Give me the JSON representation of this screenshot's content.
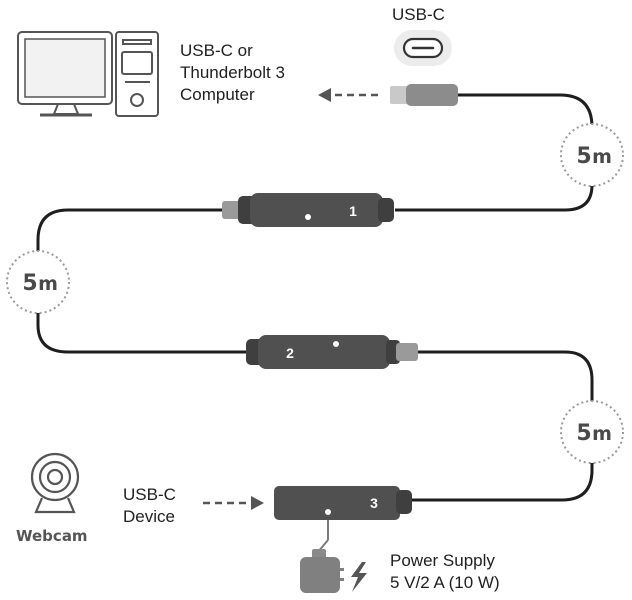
{
  "labels": {
    "connector_title": "USB-C",
    "computer": [
      "USB-C or",
      "Thunderbolt 3",
      "Computer"
    ],
    "device": [
      "USB-C",
      "Device"
    ],
    "webcam": "Webcam",
    "power": [
      "Power Supply",
      "5 V/2 A (10 W)"
    ]
  },
  "segments": [
    {
      "value": "5",
      "unit": "m"
    },
    {
      "value": "5",
      "unit": "m"
    },
    {
      "value": "5",
      "unit": "m"
    }
  ],
  "cables": [
    "1",
    "2",
    "3"
  ],
  "icons": [
    "monitor-icon",
    "pc-tower-icon",
    "usb-c-port-icon",
    "usb-c-plug-icon",
    "dashed-arrow-icon",
    "webcam-icon",
    "power-adapter-icon",
    "lightning-icon"
  ],
  "colors": {
    "cable": "#1e1e1e",
    "connector_body": "#4f4f4f",
    "plug_metal": "#9a9a9a",
    "icon_line": "#555555",
    "dotted_circle": "#9a9a9a"
  }
}
